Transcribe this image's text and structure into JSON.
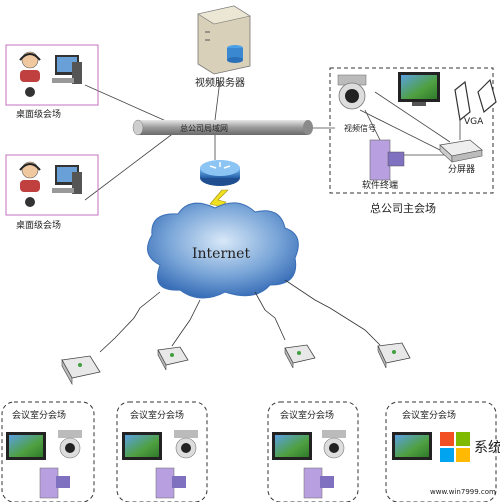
{
  "labels": {
    "video_server": "视频服务器",
    "desktop_venue_1": "桌面级会场",
    "desktop_venue_2": "桌面级会场",
    "lan_backbone": "总公司局域网",
    "internet": "Internet",
    "video_signal": "视频信号",
    "vga": "VGA",
    "software_terminal": "软件终端",
    "splitter": "分屏器",
    "hq_main_venue": "总公司主会场",
    "branch_1": "会议室分会场",
    "branch_2": "会议室分会场",
    "branch_3": "会议室分会场",
    "branch_4": "会议室分会场"
  },
  "watermark": {
    "brand": "系统粉",
    "url": "www.win7999.com"
  },
  "colors": {
    "desktop_box": "#c070c0",
    "dashed": "#333333",
    "cloud": "#4a80c8",
    "lightning": "#f0e020",
    "router": "#3c8ad8",
    "backbone": "#9a9a9a"
  }
}
